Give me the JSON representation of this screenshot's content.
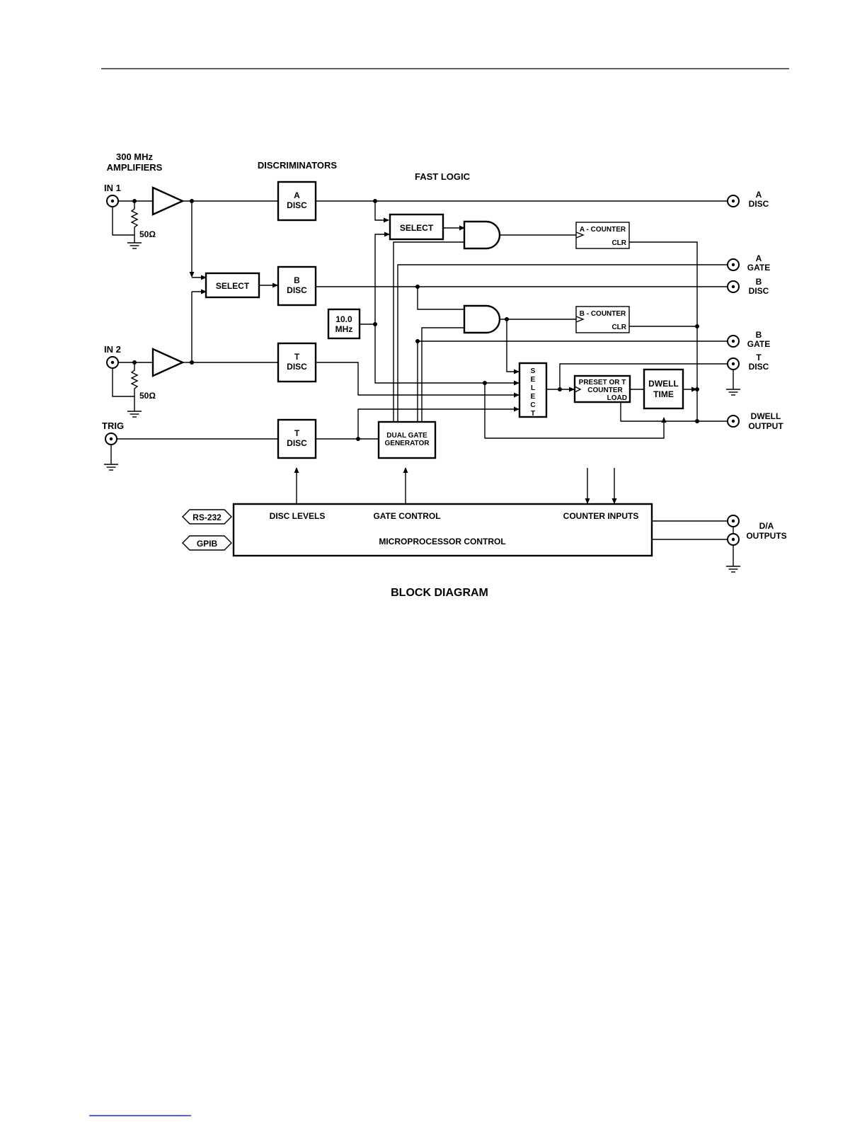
{
  "labels": {
    "amp_title_1": "300 MHz",
    "amp_title_2": "AMPLIFIERS",
    "disc_title": "DISCRIMINATORS",
    "fast_logic": "FAST LOGIC",
    "in1": "IN 1",
    "in2": "IN 2",
    "trig": "TRIG",
    "ohm1": "50Ω",
    "ohm2": "50Ω"
  },
  "blocks": {
    "a_disc_1": "A",
    "a_disc_2": "DISC",
    "b_disc_1": "B",
    "b_disc_2": "DISC",
    "t_disc_1": "T",
    "t_disc_2": "DISC",
    "trig_disc_1": "T",
    "trig_disc_2": "DISC",
    "select_in": "SELECT",
    "select_fast": "SELECT",
    "clock_1": "10.0",
    "clock_2": "MHz",
    "a_counter": "A - COUNTER",
    "a_counter_clr": "CLR",
    "b_counter": "B - COUNTER",
    "b_counter_clr": "CLR",
    "select_v": [
      "S",
      "E",
      "L",
      "E",
      "C",
      "T"
    ],
    "preset_1": "PRESET OR T",
    "preset_2": "COUNTER",
    "preset_load": "LOAD",
    "dwell_1": "DWELL",
    "dwell_2": "TIME",
    "dual_gate_1": "DUAL GATE",
    "dual_gate_2": "GENERATOR"
  },
  "outputs": {
    "a_disc_1": "A",
    "a_disc_2": "DISC",
    "a_gate_1": "A",
    "a_gate_2": "GATE",
    "b_disc_1": "B",
    "b_disc_2": "DISC",
    "b_gate_1": "B",
    "b_gate_2": "GATE",
    "t_disc_1": "T",
    "t_disc_2": "DISC",
    "dwell_1": "DWELL",
    "dwell_2": "OUTPUT",
    "da_1": "D/A",
    "da_2": "OUTPUTS"
  },
  "micro": {
    "disc_levels": "DISC LEVELS",
    "gate_control": "GATE CONTROL",
    "counter_inputs": "COUNTER INPUTS",
    "title": "MICROPROCESSOR CONTROL",
    "rs232": "RS-232",
    "gpib": "GPIB"
  },
  "caption": "BLOCK DIAGRAM"
}
